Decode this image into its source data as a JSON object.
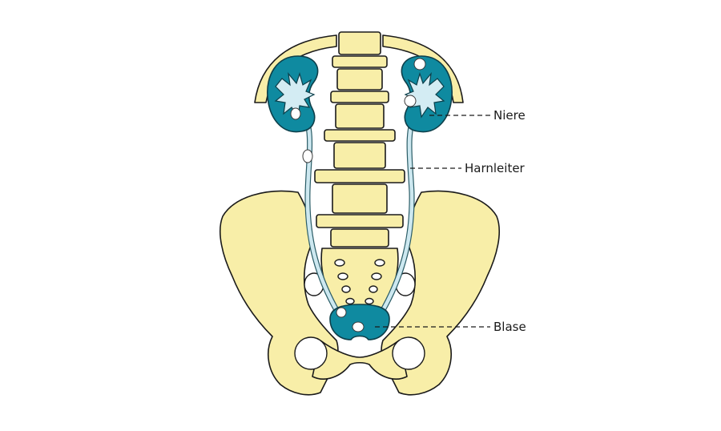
{
  "labels": {
    "kidney": "Niere",
    "ureter": "Harnleiter",
    "bladder": "Blase"
  },
  "colors": {
    "bone": "#f8eea8",
    "organ": "#0f8aa0",
    "ureter_fill": "#cde8f0",
    "outline": "#1a1a1a",
    "stone": "#ffffff"
  }
}
